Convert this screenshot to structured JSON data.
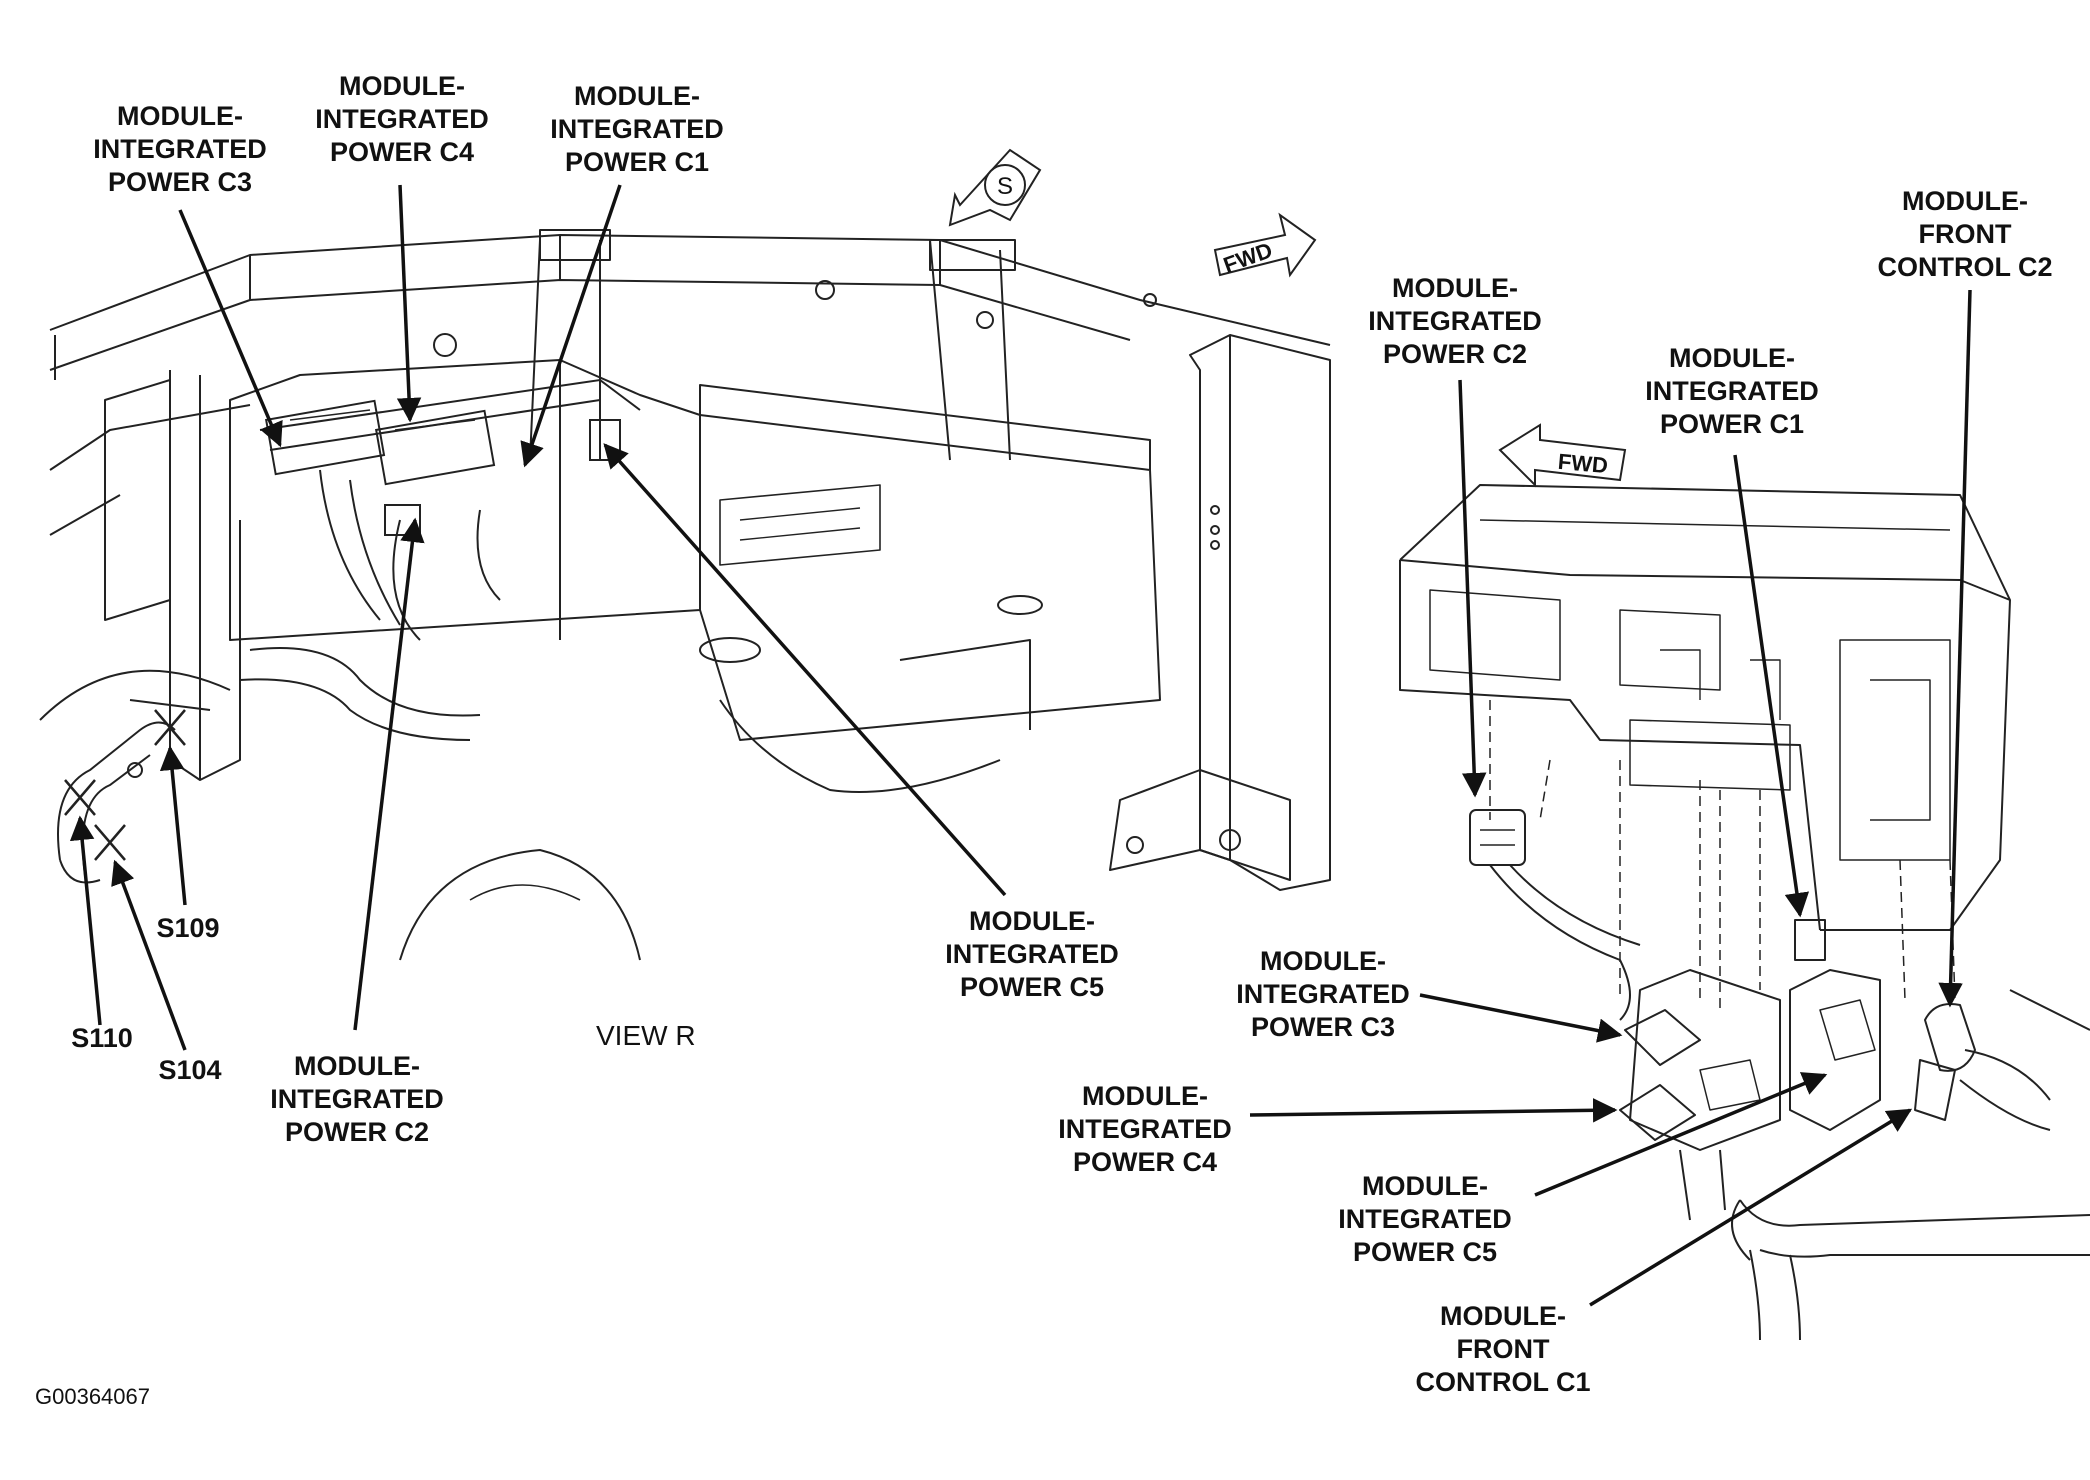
{
  "diagram": {
    "left_labels": {
      "c3": [
        "MODULE-",
        "INTEGRATED",
        "POWER C3"
      ],
      "c4": [
        "MODULE-",
        "INTEGRATED",
        "POWER C4"
      ],
      "c1": [
        "MODULE-",
        "INTEGRATED",
        "POWER C1"
      ],
      "c5": [
        "MODULE-",
        "INTEGRATED",
        "POWER C5"
      ],
      "c2": [
        "MODULE-",
        "INTEGRATED",
        "POWER C2"
      ],
      "s109": "S109",
      "s110": "S110",
      "s104": "S104"
    },
    "right_labels": {
      "c2": [
        "MODULE-",
        "INTEGRATED",
        "POWER C2"
      ],
      "c1": [
        "MODULE-",
        "INTEGRATED",
        "POWER C1"
      ],
      "fc2": [
        "MODULE-",
        "FRONT",
        "CONTROL C2"
      ],
      "c3": [
        "MODULE-",
        "INTEGRATED",
        "POWER C3"
      ],
      "c4": [
        "MODULE-",
        "INTEGRATED",
        "POWER C4"
      ],
      "c5": [
        "MODULE-",
        "INTEGRATED",
        "POWER C5"
      ],
      "fc1": [
        "MODULE-",
        "FRONT",
        "CONTROL C1"
      ]
    },
    "view_label": "VIEW R",
    "figure_id": "G00364067",
    "fwd_arrow_1": "FWD",
    "fwd_arrow_2": "FWD",
    "view_marker": "S"
  }
}
